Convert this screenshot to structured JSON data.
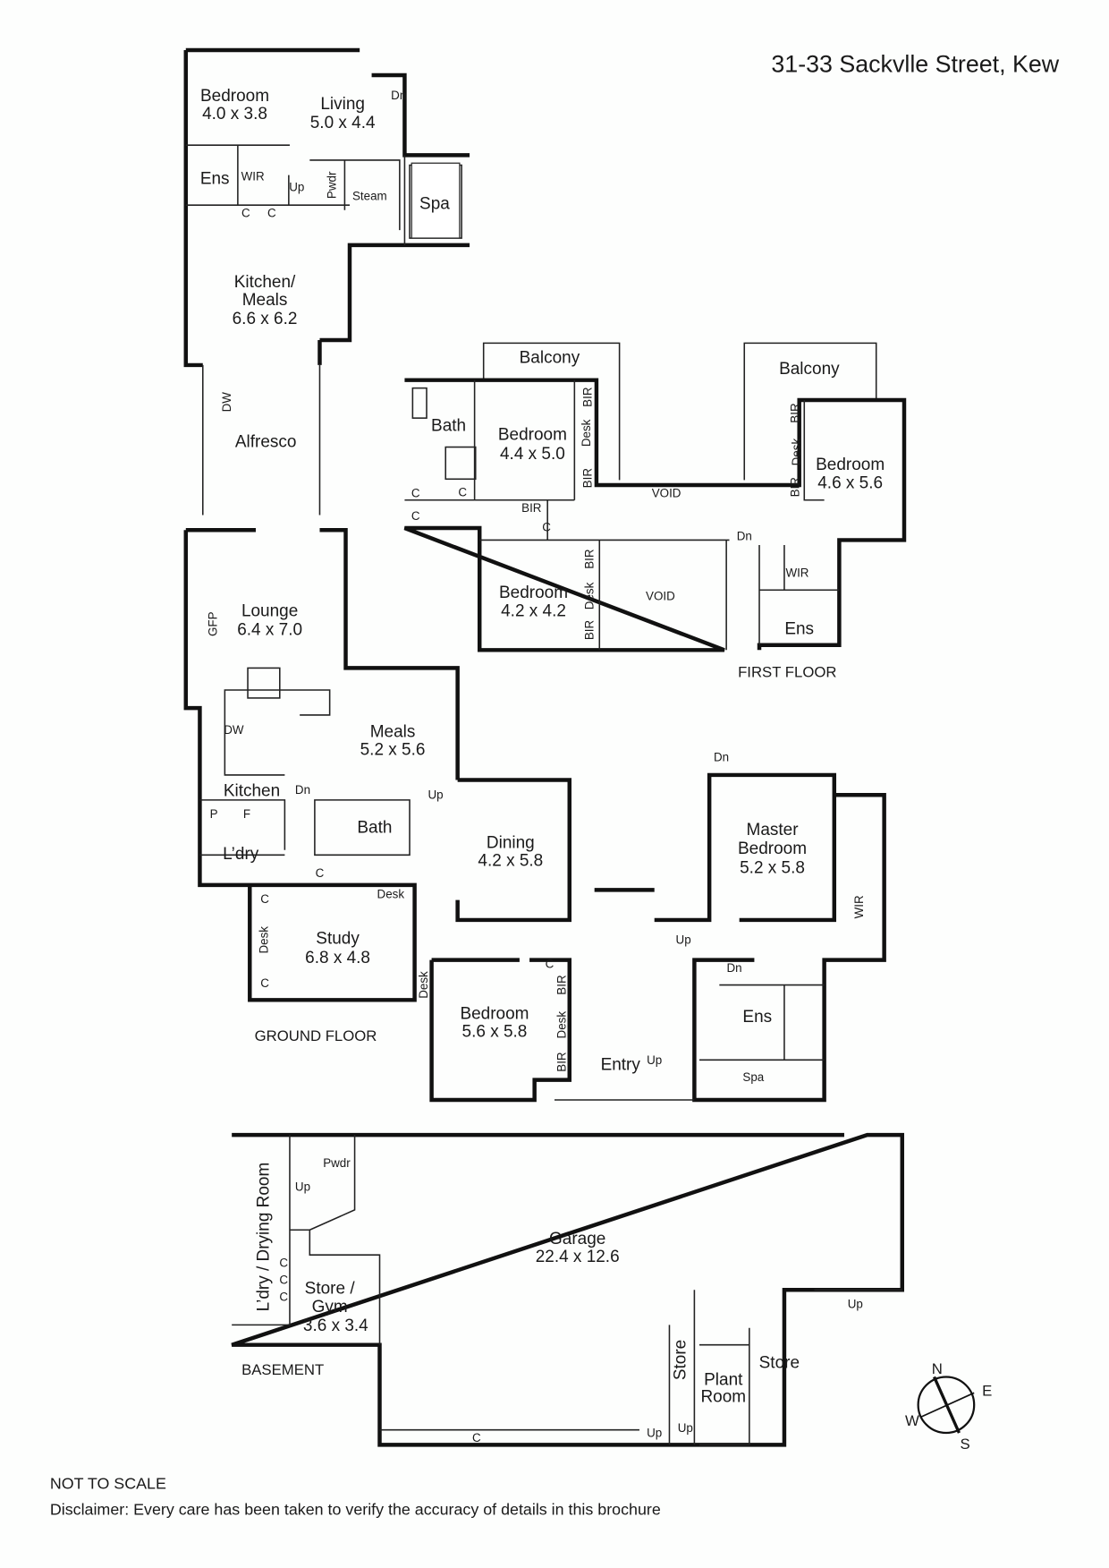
{
  "title": "31-33 Sackvlle Street, Kew",
  "footer": {
    "not_to_scale": "NOT TO SCALE",
    "disclaimer": "Disclaimer: Every care has been taken to verify the accuracy of details in this brochure"
  },
  "ground_floor": {
    "label": "GROUND FLOOR",
    "rooms": [
      {
        "name": "Bedroom",
        "size": "4.0 x 3.8"
      },
      {
        "name": "Living",
        "size": "5.0 x 4.4"
      },
      {
        "name": "Kitchen/",
        "name2": "Meals",
        "size": "6.6 x 6.2"
      },
      {
        "name": "Alfresco"
      },
      {
        "name": "Lounge",
        "size": "6.4 x 7.0"
      },
      {
        "name": "Meals",
        "size": "5.2 x 5.6"
      },
      {
        "name": "Dining",
        "size": "4.2 x 5.8"
      },
      {
        "name": "Master",
        "name2": "Bedroom",
        "size": "5.2 x 5.8"
      },
      {
        "name": "Study",
        "size": "6.8 x 4.8"
      },
      {
        "name": "Bedroom",
        "size": "5.6 x 5.8"
      },
      {
        "name": "Kitchen"
      },
      {
        "name": "L’dry"
      },
      {
        "name": "Bath"
      },
      {
        "name": "Ens"
      },
      {
        "name": "Ens"
      },
      {
        "name": "Spa"
      },
      {
        "name": "Spa"
      },
      {
        "name": "Steam"
      },
      {
        "name": "Entry"
      }
    ],
    "small": [
      "Dn",
      "WIR",
      "Up",
      "Pwdr",
      "C",
      "C",
      "DW",
      "GFP",
      "DW",
      "Dn",
      "P",
      "F",
      "Up",
      "C",
      "Desk",
      "C",
      "Desk",
      "C",
      "Desk",
      "Up",
      "Dn",
      "C",
      "BIR",
      "Desk",
      "BIR",
      "Up",
      "WIR",
      "Dn"
    ]
  },
  "first_floor": {
    "label": "FIRST FLOOR",
    "rooms": [
      {
        "name": "Balcony"
      },
      {
        "name": "Balcony"
      },
      {
        "name": "Bath"
      },
      {
        "name": "Bedroom",
        "size": "4.4 x 5.0"
      },
      {
        "name": "Bedroom",
        "size": "4.6 x 5.6"
      },
      {
        "name": "Bedroom",
        "size": "4.2 x 4.2"
      },
      {
        "name": "Ens"
      }
    ],
    "small": [
      "BIR",
      "Desk",
      "BIR",
      "C",
      "C",
      "C",
      "BIR",
      "C",
      "VOID",
      "BIR",
      "Desk",
      "BIR",
      "BIR",
      "Desk",
      "BIR",
      "VOID",
      "Dn",
      "WIR"
    ]
  },
  "basement": {
    "label": "BASEMENT",
    "rooms": [
      {
        "name": "L’dry / Drying Room"
      },
      {
        "name": "Pwdr"
      },
      {
        "name": "Store /",
        "name2": "Gym",
        "size": "3.6 x 3.4"
      },
      {
        "name": "Garage",
        "size": "22.4 x 12.6"
      },
      {
        "name": "Store"
      },
      {
        "name": "Plant",
        "name2": "Room"
      },
      {
        "name": "Store"
      }
    ],
    "small": [
      "Up",
      "C",
      "C",
      "C",
      "Up",
      "Up",
      "Up",
      "C"
    ]
  },
  "compass": {
    "n": "N",
    "e": "E",
    "s": "S",
    "w": "W"
  }
}
